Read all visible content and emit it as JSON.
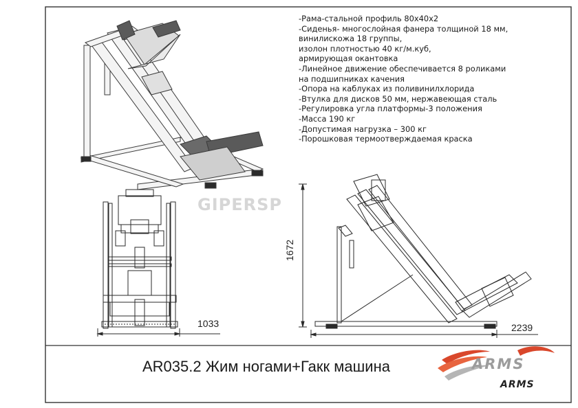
{
  "specs": [
    "-Рама-стальной профиль 80х40х2",
    "-Сиденья- многослойная фанера толщиной 18 мм,",
    "винилискожа 18 группы,",
    "изолон плотностью 40 кг/м.куб,",
    "армирующая окантовка",
    "-Линейное движение обеспечивается 8 роликами",
    "на подшипниках качения",
    "-Опора на каблуках из поливинилхлорида",
    "-Втулка для дисков 50 мм, нержавеющая сталь",
    "-Регулировка угла платформы-3 положения",
    "-Масса 190 кг",
    "-Допустимая нагрузка – 300 кг",
    "-Порошковая термоотверждаемая краска"
  ],
  "dimensions": {
    "width": "1033",
    "height": "1672",
    "length": "2239"
  },
  "title": "AR035.2 Жим ногами+Гакк машина",
  "watermark": "GIPERSP",
  "brand": {
    "logo_text": "ARMS",
    "name": "ARMS"
  },
  "colors": {
    "frame": "#2a2a2a",
    "logo_red": "#d9472b",
    "logo_grey": "#9c9c9c"
  }
}
